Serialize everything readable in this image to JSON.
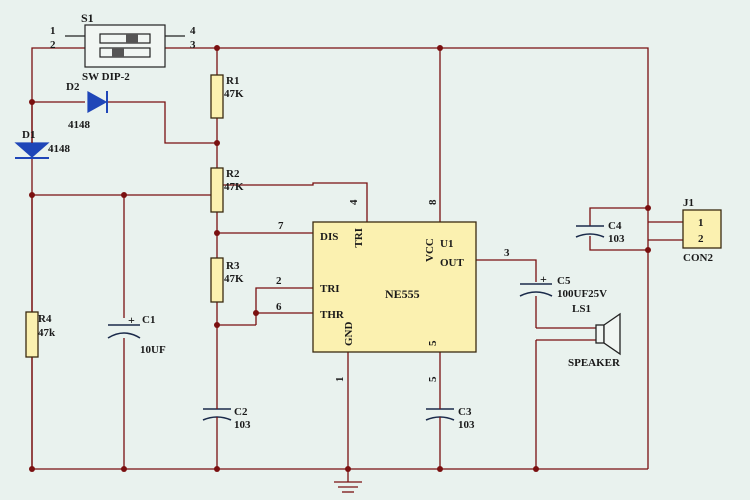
{
  "switch": {
    "ref": "S1",
    "name": "SW DIP-2",
    "pins": [
      "1",
      "2",
      "4",
      "3"
    ]
  },
  "diodes": [
    {
      "ref": "D2",
      "value": "4148"
    },
    {
      "ref": "D1",
      "value": "4148"
    }
  ],
  "resistors": [
    {
      "ref": "R1",
      "value": "47K"
    },
    {
      "ref": "R2",
      "value": "47K"
    },
    {
      "ref": "R3",
      "value": "47K"
    },
    {
      "ref": "R4",
      "value": "47k"
    }
  ],
  "capacitors": [
    {
      "ref": "C1",
      "value": "10UF"
    },
    {
      "ref": "C2",
      "value": "103"
    },
    {
      "ref": "C3",
      "value": "103"
    },
    {
      "ref": "C4",
      "value": "103"
    },
    {
      "ref": "C5",
      "value": "100UF25V"
    }
  ],
  "ic": {
    "ref": "U1",
    "name": "NE555",
    "pins": {
      "dis": "DIS",
      "tri_top": "TRI",
      "vcc": "VCC",
      "out": "OUT",
      "tri_left": "TRI",
      "thr": "THR",
      "gnd": "GND"
    },
    "pin_numbers": {
      "p7": "7",
      "p4": "4",
      "p8": "8",
      "p3": "3",
      "p2": "2",
      "p6": "6",
      "p1": "1",
      "p5_in": "5",
      "p5_out": "5"
    }
  },
  "speaker": {
    "ref": "LS1",
    "name": "SPEAKER"
  },
  "connector": {
    "ref": "J1",
    "name": "CON2",
    "pins": [
      "1",
      "2"
    ]
  },
  "colors": {
    "background": "#e9f2ee",
    "wire": "#7a1010",
    "component": "#fbf1b0",
    "diode": "#1f46b8"
  }
}
